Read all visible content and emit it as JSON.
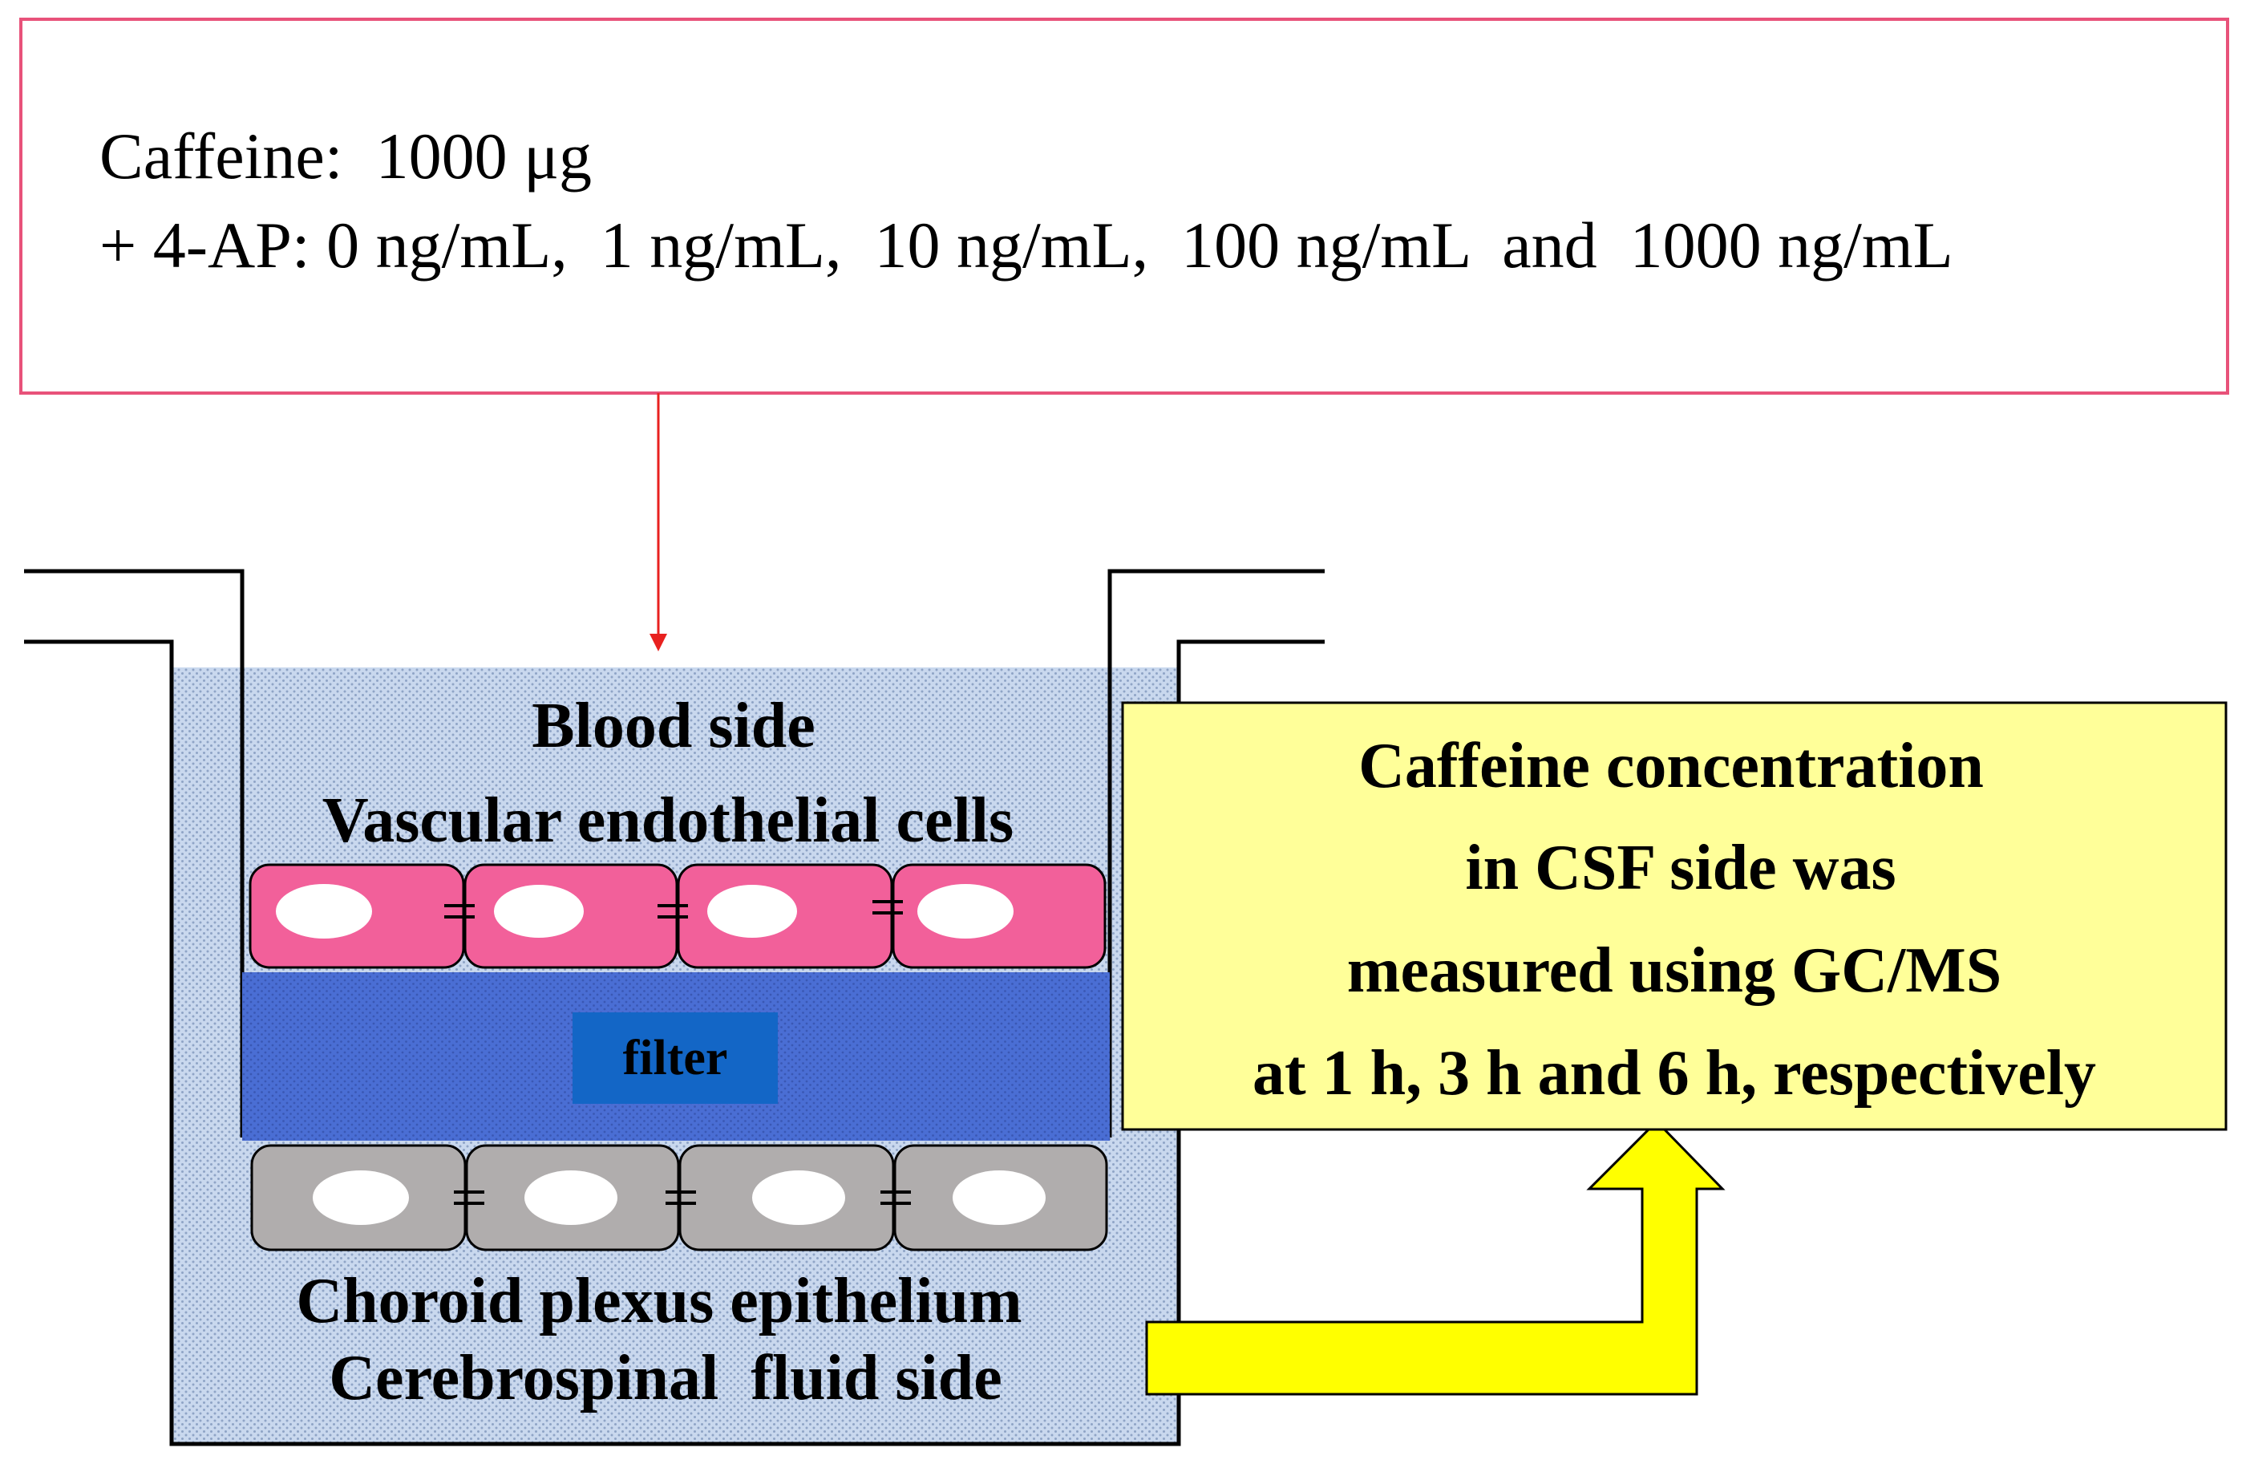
{
  "dose_box": {
    "line1": "Caffeine:  1000 μg",
    "line2": "+ 4-AP: 0 ng/mL,  1 ng/mL,  10 ng/mL,  100 ng/mL  and  1000 ng/mL"
  },
  "transwell": {
    "top_label_1": "Blood side",
    "top_label_2": "Vascular endothelial cells",
    "filter_label": "filter",
    "bottom_label_1": "Choroid plexus epithelium",
    "bottom_label_2": "Cerebrospinal  fluid side"
  },
  "result_box": {
    "line1": "Caffeine concentration",
    "line2": "in CSF side was",
    "line3": "measured using GC/MS",
    "line4": "at 1 h, 3 h and 6 h, respectively"
  },
  "colors": {
    "dose_box_border": "#e8527a",
    "dose_arrow": "#e8211f",
    "medium_fill": "#c9d8ee",
    "medium_dots": "#8fa4c6",
    "endothelial_cell": "#f2609a",
    "epithelial_cell": "#b0adad",
    "filter_band": "#4a6ed4",
    "filter_label_box": "#1366c6",
    "result_box_fill": "#ffff99",
    "yellow_arrow": "#ffff00"
  }
}
